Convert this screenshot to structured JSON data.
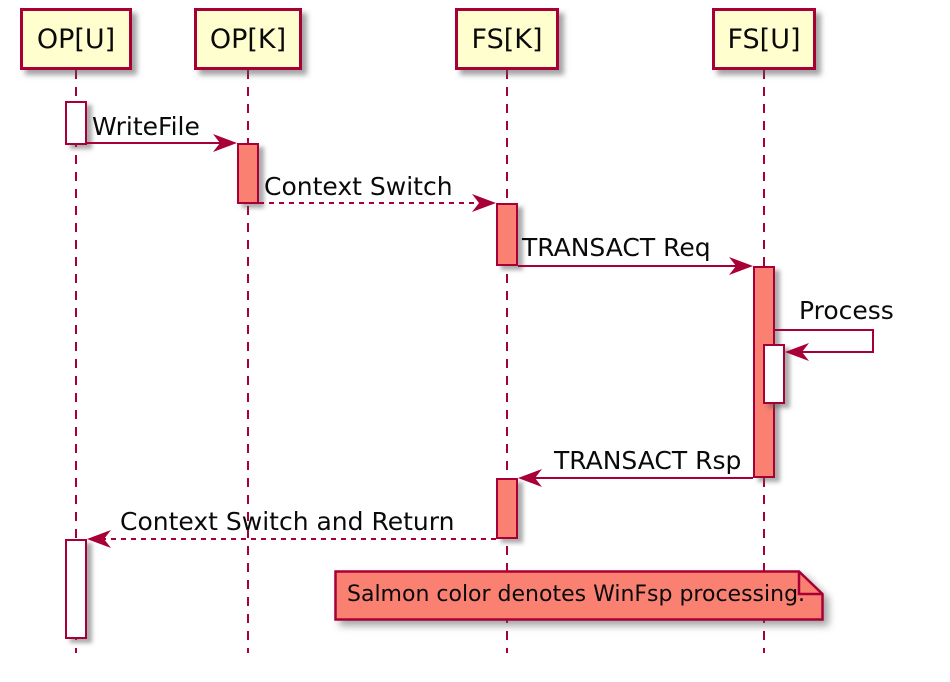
{
  "diagram": {
    "type": "sequence-diagram",
    "participants": [
      {
        "label": "OP[U]"
      },
      {
        "label": "OP[K]"
      },
      {
        "label": "FS[K]"
      },
      {
        "label": "FS[U]"
      }
    ],
    "messages": [
      {
        "label": "WriteFile",
        "from": "OP[U]",
        "to": "OP[K]",
        "line": "solid"
      },
      {
        "label": "Context Switch",
        "from": "OP[K]",
        "to": "FS[K]",
        "line": "dashed"
      },
      {
        "label": "TRANSACT Req",
        "from": "FS[K]",
        "to": "FS[U]",
        "line": "solid"
      },
      {
        "label": "Process",
        "from": "FS[U]",
        "to": "FS[U]",
        "line": "solid",
        "self": true
      },
      {
        "label": "TRANSACT Rsp",
        "from": "FS[U]",
        "to": "FS[K]",
        "line": "solid"
      },
      {
        "label": "Context Switch and Return",
        "from": "FS[K]",
        "to": "OP[U]",
        "line": "dashed"
      }
    ],
    "note": {
      "text": "Salmon color denotes WinFsp processing."
    },
    "colors": {
      "accent": "#A80036",
      "salmon": "#FA8072",
      "participant_fill": "#FEFECE",
      "activation_plain": "#FFFFFF",
      "text": "#0A0A0A"
    }
  }
}
